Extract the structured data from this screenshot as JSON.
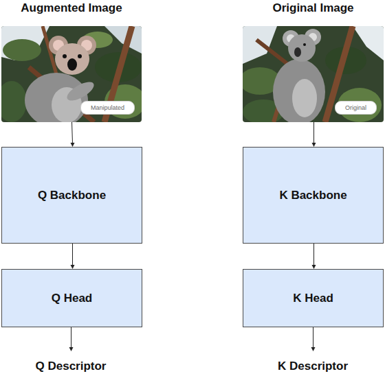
{
  "diagram": {
    "nodes": [
      {
        "text": [
          "Augmented Image",
          "Manipulated"
        ]
      },
      {
        "text": [
          "Original Image",
          "Original"
        ]
      },
      {
        "text": [
          "Q Backbone"
        ]
      },
      {
        "text": [
          "K Backbone"
        ]
      },
      {
        "text": [
          "Q Head"
        ]
      },
      {
        "text": [
          "K Head"
        ]
      }
    ],
    "edges": [
      {
        "from": 0,
        "to": 2,
        "arrow": "to"
      },
      {
        "from": 1,
        "to": 3,
        "arrow": "to"
      },
      {
        "from": 2,
        "to": 4,
        "arrow": "to"
      },
      {
        "from": 3,
        "to": 5,
        "arrow": "to"
      }
    ],
    "labels": [
      "Q Descriptor",
      "K Descriptor"
    ]
  }
}
